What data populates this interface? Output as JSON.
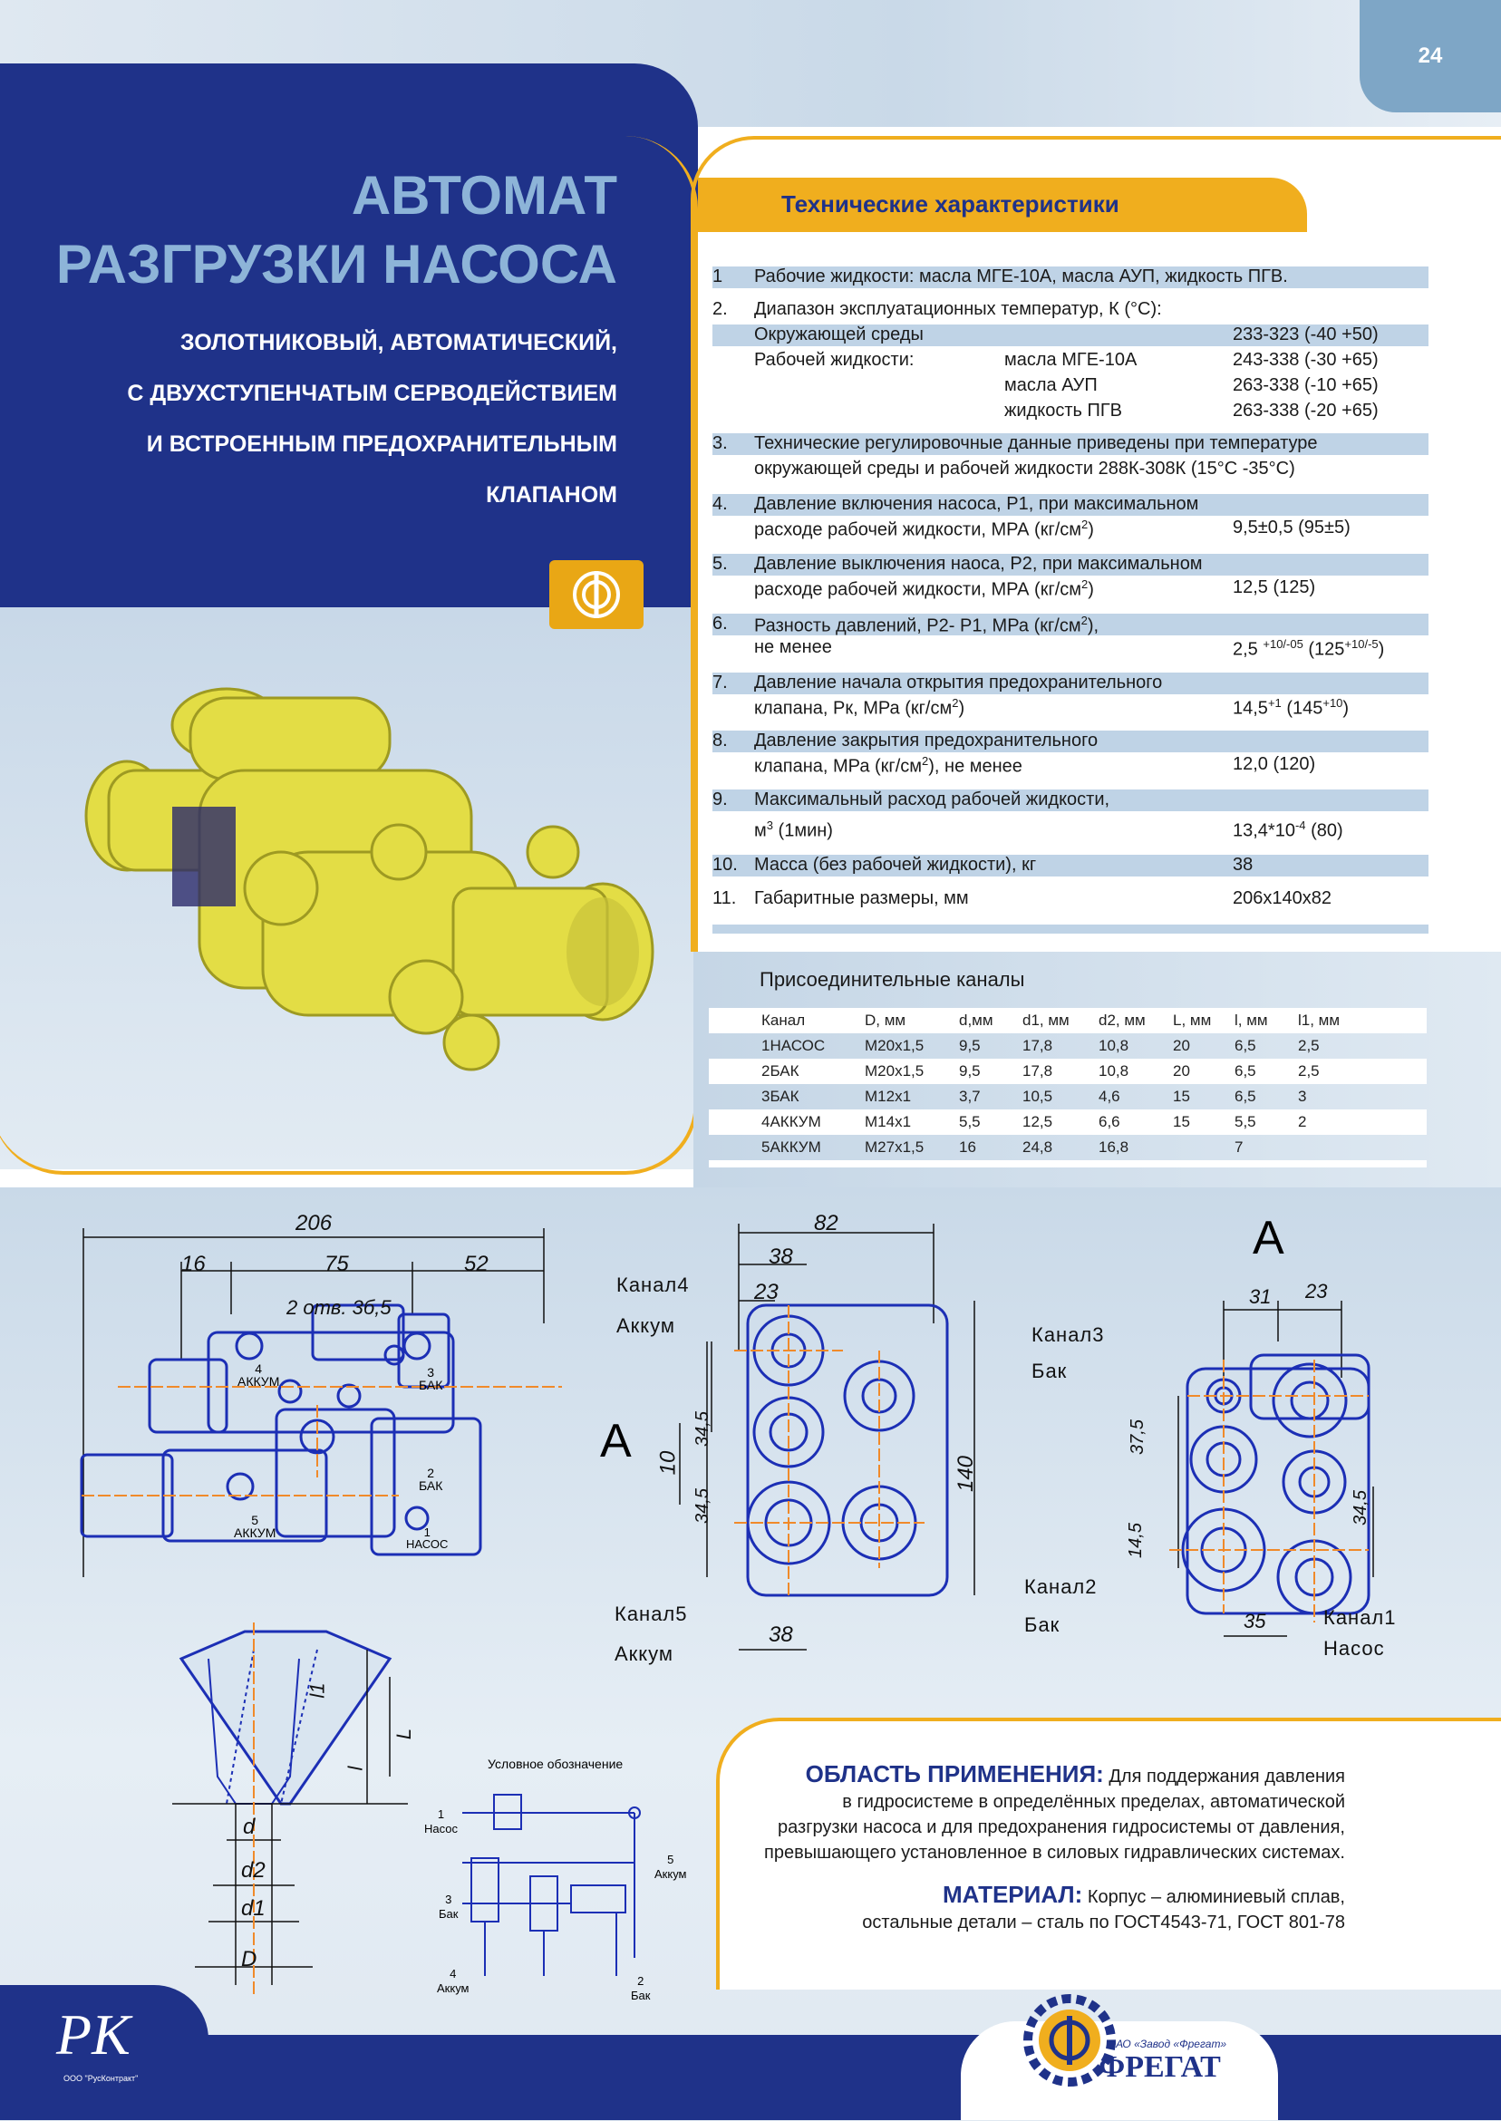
{
  "page_number": "24",
  "title_line1": "АВТОМАТ",
  "title_line2": "РАЗГРУЗКИ НАСОСА",
  "subtitle_lines": [
    "ЗОЛОТНИКОВЫЙ, АВТОМАТИЧЕСКИЙ,",
    "С ДВУХСТУПЕНЧАТЫМ СЕРВОДЕЙСТВИЕМ",
    "И ВСТРОЕННЫМ ПРЕДОХРАНИТЕЛЬНЫМ",
    "КЛАПАНОМ"
  ],
  "tech": {
    "title": "Технические характеристики",
    "r1_num": "1",
    "r1_text": "Рабочие жидкости: масла МГЕ-10А, масла АУП, жидкость ПГВ.",
    "r2_num": "2.",
    "r2_text": "Диапазон эксплуатационных температур, К (°С):",
    "r2a_label": "Окружающей среды",
    "r2a_val": "233-323 (-40 +50)",
    "r2b_label": "Рабочей жидкости:",
    "r2b_sub": "масла МГЕ-10А",
    "r2b_val": "243-338 (-30 +65)",
    "r2c_sub": "масла АУП",
    "r2c_val": "263-338 (-10 +65)",
    "r2d_sub": "жидкость ПГВ",
    "r2d_val": "263-338 (-20 +65)",
    "r3_num": "3.",
    "r3_text1": "Технические  регулировочные данные приведены при температуре",
    "r3_text2": "окружающей среды и рабочей жидкости  288К-308К (15°С -35°С)",
    "r4_num": "4.",
    "r4_text1": "Давление включения насоса, Р1, при максимальном",
    "r4_text2": "расходе рабочей жидкости, МРА (кг/см",
    "r4_val": "9,5±0,5 (95±5)",
    "r5_num": "5.",
    "r5_text1": "Давление выключения наоса, Р2, при  максимальном",
    "r5_text2": "расходе рабочей жидкости, МРА (кг/см",
    "r5_val": "12,5 (125)",
    "r6_num": "6.",
    "r6_text1": "Разность давлений, Р2- Р1, МРа (кг/см",
    "r6_text2": "не менее",
    "r6_val_a": "2,5",
    "r6_sup_a": "+10/-05",
    "r6_val_b": "(125",
    "r6_sup_b": "+10/-5",
    "r6_val_c": ")",
    "r7_num": "7.",
    "r7_text1": "Давление начала открытия предохранительного",
    "r7_text2": "клапана, Рк, МРа (кг/см",
    "r7_val_a": "14,5",
    "r7_sup_a": "+1",
    "r7_val_b": "(145",
    "r7_sup_b": "+10",
    "r7_val_c": ")",
    "r8_num": "8.",
    "r8_text1": "Давление закрытия предохранительного",
    "r8_text2a": "клапана, МРа (кг/см",
    "r8_text2b": "), не менее",
    "r8_val": "12,0 (120)",
    "r9_num": "9.",
    "r9_text1": "Максимальный расход рабочей жидкости,",
    "r9_text2a": "м",
    "r9_text2b": "(1мин)",
    "r9_val_a": "13,4*10",
    "r9_sup": "-4",
    "r9_val_b": "(80)",
    "r10_num": "10.",
    "r10_text": "Масса (без рабочей жидкости), кг",
    "r10_val": "38",
    "r11_num": "11.",
    "r11_text": "Габаритные размеры, мм",
    "r11_val": "206х140х82",
    "sup2": "2",
    "sup3": "3",
    "close_paren": ")",
    "close_paren_comma": "),"
  },
  "channels": {
    "title": "Присоединительные каналы",
    "headers": [
      "Канал",
      "D, мм",
      "d,мм",
      "d1, мм",
      "d2, мм",
      "L, мм",
      "l, мм",
      "l1, мм"
    ],
    "rows": [
      [
        "1НАСОС",
        "М20х1,5",
        "9,5",
        "17,8",
        "10,8",
        "20",
        "6,5",
        "2,5"
      ],
      [
        "2БАК",
        "М20х1,5",
        "9,5",
        "17,8",
        "10,8",
        "20",
        "6,5",
        "2,5"
      ],
      [
        "3БАК",
        "М12х1",
        "3,7",
        "10,5",
        "4,6",
        "15",
        "6,5",
        "3"
      ],
      [
        "4АККУМ",
        "М14х1",
        "5,5",
        "12,5",
        "6,6",
        "15",
        "5,5",
        "2"
      ],
      [
        "5АККУМ",
        "М27х1,5",
        "16",
        "24,8",
        "16,8",
        "",
        "7",
        ""
      ]
    ]
  },
  "drawing": {
    "d206": "206",
    "d16": "16",
    "d75": "75",
    "d52": "52",
    "holes": "2 отв. 3б,5",
    "p4": "4",
    "p4l": "АККУМ",
    "p3": "3",
    "p3l": "БАК",
    "p2": "2",
    "p2l": "БАК",
    "p1": "1",
    "p1l": "НАСОС",
    "p5": "5",
    "p5l": "АККУМ",
    "d82": "82",
    "d38a": "38",
    "d23a": "23",
    "kanal4": "Канал4",
    "akkum4": "Аккум",
    "viewA1": "А",
    "d10": "10",
    "d345a": "34,5",
    "d345b": "34,5",
    "d140": "140",
    "kanal5": "Канал5",
    "akkum5": "Аккум",
    "d38b": "38",
    "viewA2": "А",
    "d31": "31",
    "d23b": "23",
    "kanal3": "Канал3",
    "bak3": "Бак",
    "d375": "37,5",
    "d145": "14,5",
    "d345c": "34,5",
    "kanal2": "Канал2",
    "bak2": "Бак",
    "d35": "35",
    "kanal1": "Канал1",
    "nasos1": "Насос",
    "sec_l1": "l1",
    "sec_L": "L",
    "sec_l": "l",
    "sec_d": "d",
    "sec_d2": "d2",
    "sec_d1": "d1",
    "sec_D": "D"
  },
  "schematic": {
    "title": "Условное обозначение",
    "s1": "1",
    "s1l": "Насос",
    "s5": "5",
    "s5l": "Аккум",
    "s3": "3",
    "s3l": "Бак",
    "s4": "4",
    "s4l": "Аккум",
    "s2": "2",
    "s2l": "Бак"
  },
  "application": {
    "label": "ОБЛАСТЬ ПРИМЕНЕНИЯ:",
    "line1": "Для поддержания давления",
    "line2": "в гидросистеме в определённых пределах, автоматической",
    "line3": "разгрузки насоса и для предохранения гидросистемы от давления,",
    "line4": "превышающего установленное в силовых гидравлических системах."
  },
  "material": {
    "label": "МАТЕРИАЛ:",
    "line1": "Корпус – алюминиевый сплав,",
    "line2": "остальные детали – сталь по ГОСТ4543-71, ГОСТ 801-78"
  },
  "footer": {
    "rk_logo": "РК",
    "rk_company": "ООО \"РусКонтракт\"",
    "fregat_small": "ОАО «Завод «Фрегат»",
    "fregat_big": "ФРЕГАТ"
  },
  "colors": {
    "navy": "#1f3289",
    "accent_orange": "#f0ae1e",
    "light_blue": "#bfd3e6",
    "part_yellow": "#e6e04a"
  }
}
